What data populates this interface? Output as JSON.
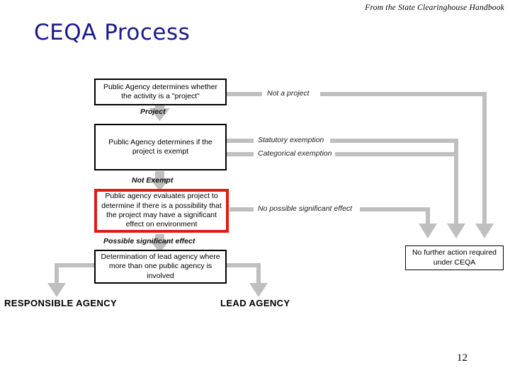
{
  "slide": {
    "source_note": "From the State Clearinghouse Handbook",
    "title": "CEQA Process",
    "page_number": "12",
    "title_color": "#1a1a8c",
    "highlight_color": "#e01b14",
    "connector_color": "#bfbfbf"
  },
  "flow": {
    "boxes": [
      {
        "id": "determine-project",
        "text": "Public Agency determines whether the activity is a \"project\"",
        "style": "normal"
      },
      {
        "id": "determine-exempt",
        "text": "Public Agency determines if the project is exempt",
        "style": "normal"
      },
      {
        "id": "evaluate-significant-effect",
        "text": "Public agency evaluates project to determine if there is a possibility that the project may have a significant effect on environment",
        "style": "highlight"
      },
      {
        "id": "determine-lead-agency",
        "text": "Determination of lead agency where more than one public agency is involved",
        "style": "normal"
      },
      {
        "id": "no-further-action",
        "text": "No further action required under CEQA",
        "style": "terminal"
      }
    ],
    "down_labels": [
      {
        "id": "project",
        "text": "Project"
      },
      {
        "id": "not-exempt",
        "text": "Not Exempt"
      },
      {
        "id": "possible-significant-effect",
        "text": "Possible significant effect"
      }
    ],
    "branch_labels": [
      {
        "id": "not-a-project",
        "text": "Not a project"
      },
      {
        "id": "statutory-exemption",
        "text": "Statutory exemption"
      },
      {
        "id": "categorical-exemption",
        "text": "Categorical exemption"
      },
      {
        "id": "no-possible-significant-effect",
        "text": "No possible significant effect"
      }
    ],
    "outcome_labels": [
      {
        "id": "responsible-agency",
        "text": "RESPONSIBLE AGENCY"
      },
      {
        "id": "lead-agency",
        "text": "LEAD AGENCY"
      }
    ]
  }
}
